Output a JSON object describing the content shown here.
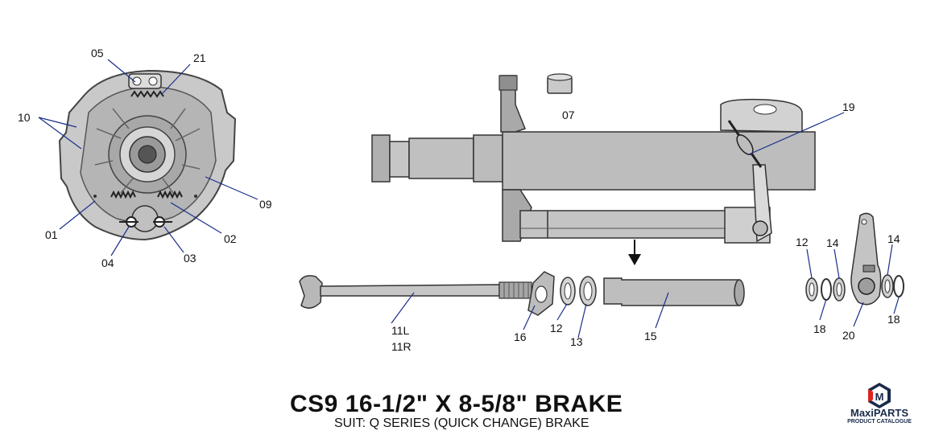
{
  "title": "CS9 16-1/2\" X 8-5/8\" BRAKE",
  "subtitle": "SUIT: Q SERIES (QUICK CHANGE) BRAKE",
  "logo": {
    "brand": "MaxiPARTS",
    "tagline": "PRODUCT CATALOGUE",
    "mark": "M",
    "colors": {
      "primary": "#1a2b4a",
      "accent": "#e0231c"
    }
  },
  "callouts": {
    "c05": "05",
    "c21": "21",
    "c10": "10",
    "c09": "09",
    "c01": "01",
    "c02": "02",
    "c04": "04",
    "c03": "03",
    "c07": "07",
    "c19": "19",
    "c11l": "11L",
    "c11r": "11R",
    "c16": "16",
    "c12a": "12",
    "c13": "13",
    "c15": "15",
    "c12b": "12",
    "c14a": "14",
    "c14b": "14",
    "c18a": "18",
    "c20": "20",
    "c18b": "18"
  }
}
